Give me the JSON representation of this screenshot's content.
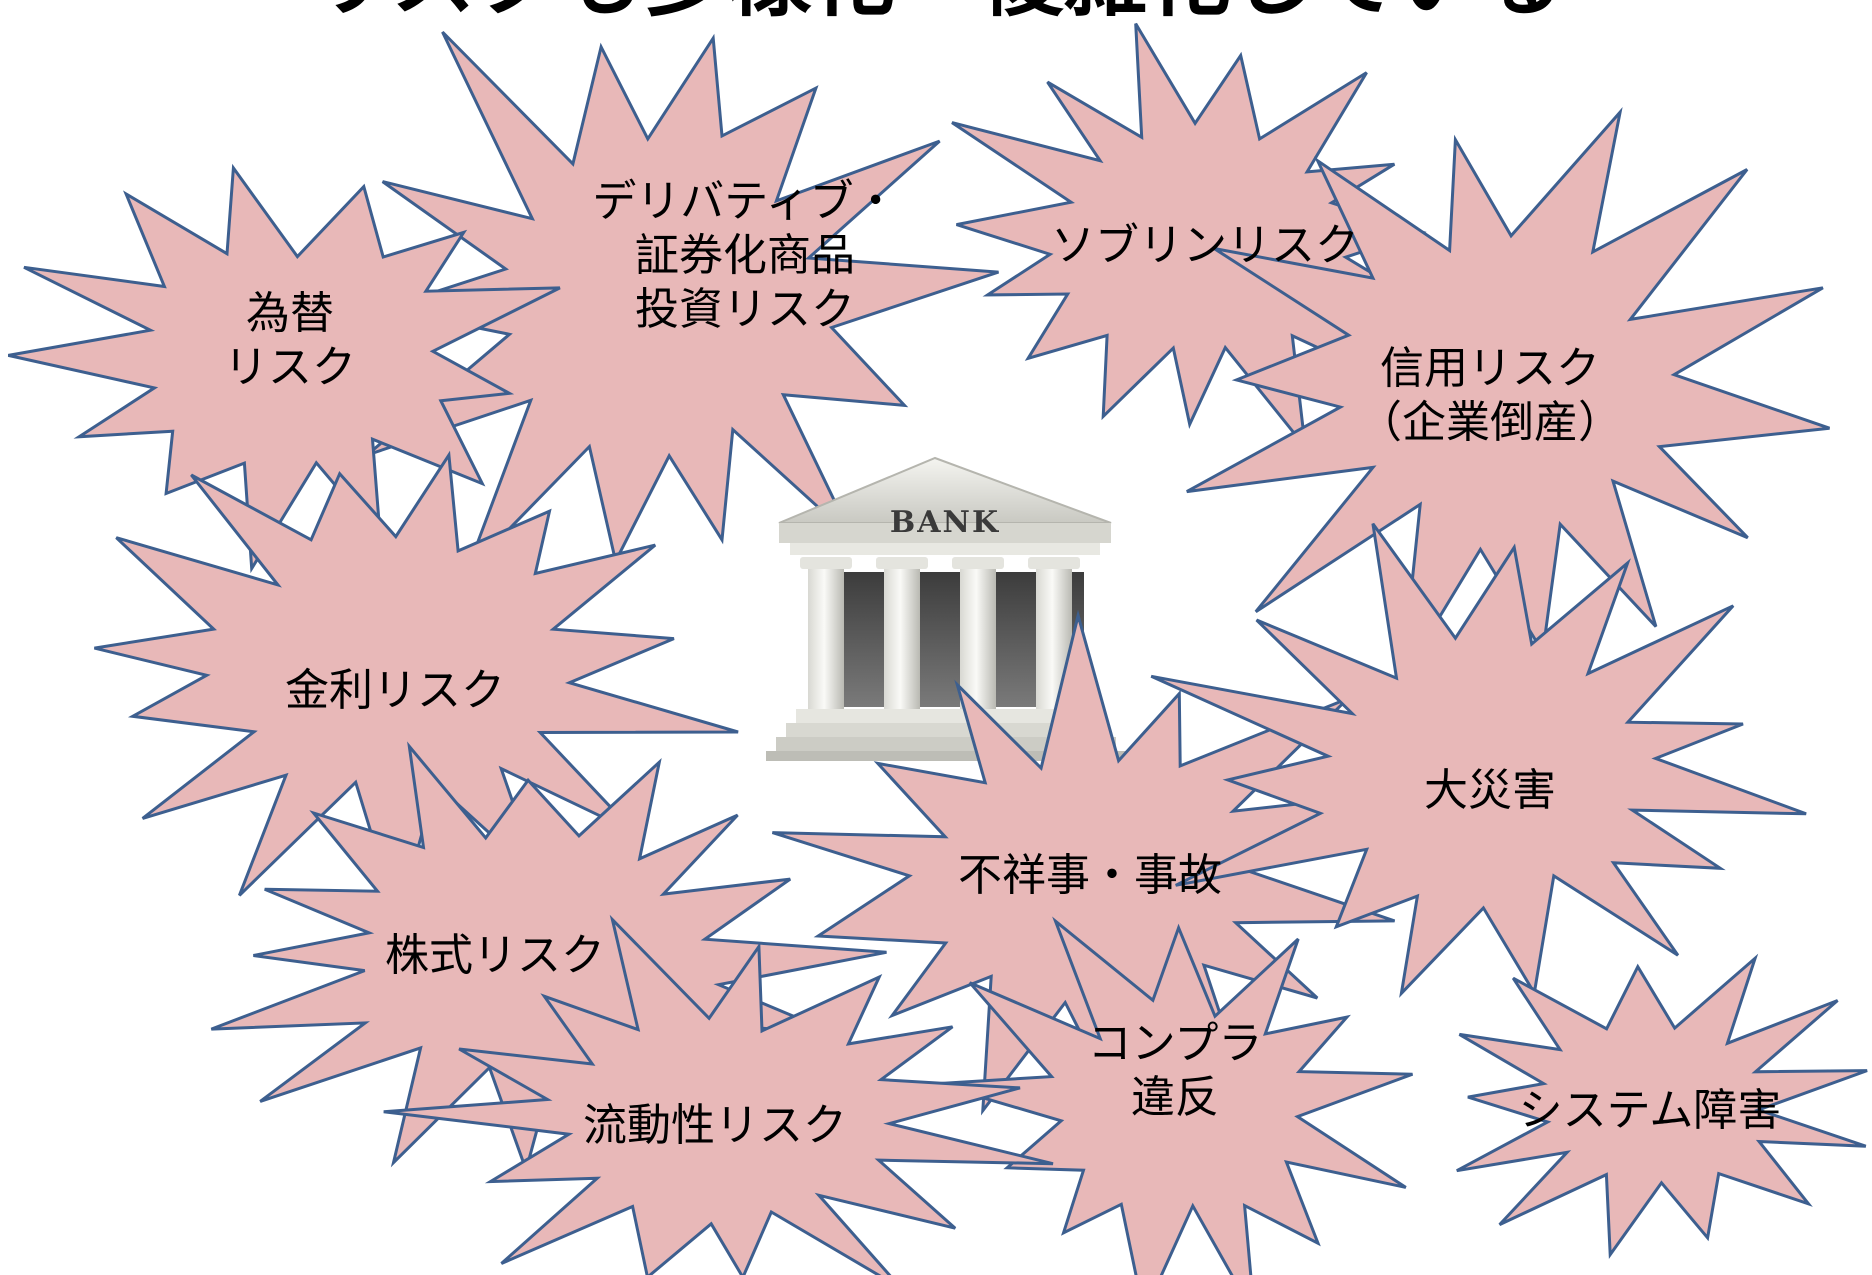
{
  "slide_title": "リスクも多様化・複雑化している",
  "bank_label": "BANK",
  "colors": {
    "burst_fill": "#e8b8b8",
    "burst_stroke": "#3d5f8f",
    "text": "#000000"
  },
  "risks": [
    {
      "id": "fx",
      "lines": [
        "為替",
        "リスク"
      ]
    },
    {
      "id": "derivative",
      "lines": [
        "デリバティブ・",
        "証券化商品",
        "投資リスク"
      ]
    },
    {
      "id": "sovereign",
      "lines": [
        "ソブリンリスク"
      ]
    },
    {
      "id": "credit",
      "lines": [
        "信用リスク",
        "（企業倒産）"
      ]
    },
    {
      "id": "interest",
      "lines": [
        "金利リスク"
      ]
    },
    {
      "id": "disaster",
      "lines": [
        "大災害"
      ]
    },
    {
      "id": "misconduct",
      "lines": [
        "不祥事・事故"
      ]
    },
    {
      "id": "equity",
      "lines": [
        "株式リスク"
      ]
    },
    {
      "id": "compliance",
      "lines": [
        "コンプラ",
        "違反"
      ]
    },
    {
      "id": "system",
      "lines": [
        "システム障害"
      ]
    },
    {
      "id": "liquidity",
      "lines": [
        "流動性リスク"
      ]
    }
  ]
}
